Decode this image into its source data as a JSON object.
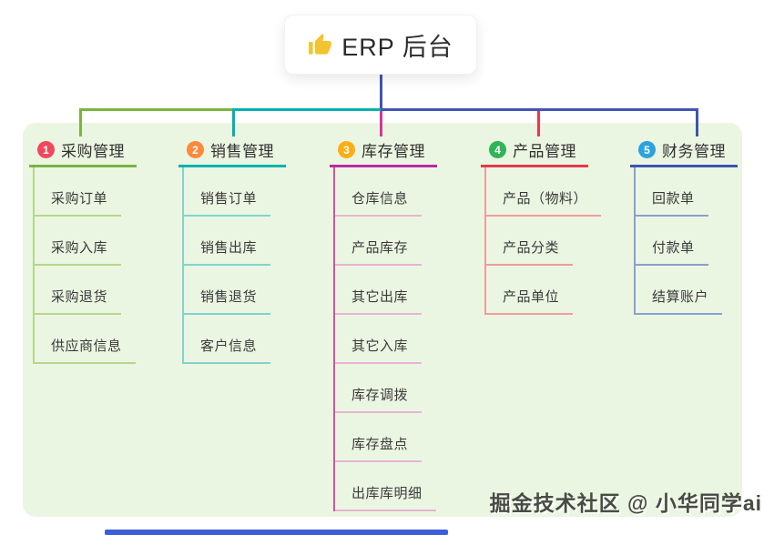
{
  "root": {
    "title": "ERP 后台",
    "icon": "thumbs-up-icon",
    "icon_color": "#f4c430",
    "line_color": "#4254b5"
  },
  "watermark": "掘金技术社区 @ 小华同学ai",
  "accent_bar": {
    "color": "#3c5ed8"
  },
  "panel_color": "#ebf6e2",
  "branches": [
    {
      "num": "1",
      "label": "采购管理",
      "colors": {
        "badge": "#f0485c",
        "line": "#7cb342",
        "trunk": "#b5d78a",
        "light": "#b5d78a",
        "drop": "#7cb342"
      },
      "children": [
        "采购订单",
        "采购入库",
        "采购退货",
        "供应商信息"
      ]
    },
    {
      "num": "2",
      "label": "销售管理",
      "colors": {
        "badge": "#fb8a3d",
        "line": "#00b2af",
        "trunk": "#80d4cd",
        "light": "#80d4cd",
        "drop": "#00b2af"
      },
      "children": [
        "销售订单",
        "销售出库",
        "销售退货",
        "客户信息"
      ]
    },
    {
      "num": "3",
      "label": "库存管理",
      "colors": {
        "badge": "#fcae17",
        "line": "#bd29a3",
        "trunk": "#d6509f",
        "light": "#e6b4d2",
        "drop": "#d6359c"
      },
      "children": [
        "仓库信息",
        "产品库存",
        "其它出库",
        "其它入库",
        "库存调拨",
        "库存盘点",
        "出库库明细"
      ]
    },
    {
      "num": "4",
      "label": "产品管理",
      "colors": {
        "badge": "#2fb457",
        "line": "#e53a4d",
        "trunk": "#f09c9c",
        "light": "#f09c9c",
        "drop": "#e53a4d"
      },
      "children": [
        "产品（物料）",
        "产品分类",
        "产品单位"
      ]
    },
    {
      "num": "5",
      "label": "财务管理",
      "colors": {
        "badge": "#2ba3de",
        "line": "#3a56ae",
        "trunk": "#8b9fd0",
        "light": "#8b9fd0",
        "drop": "#3a56ae"
      },
      "children": [
        "回款单",
        "付款单",
        "结算账户"
      ]
    }
  ]
}
